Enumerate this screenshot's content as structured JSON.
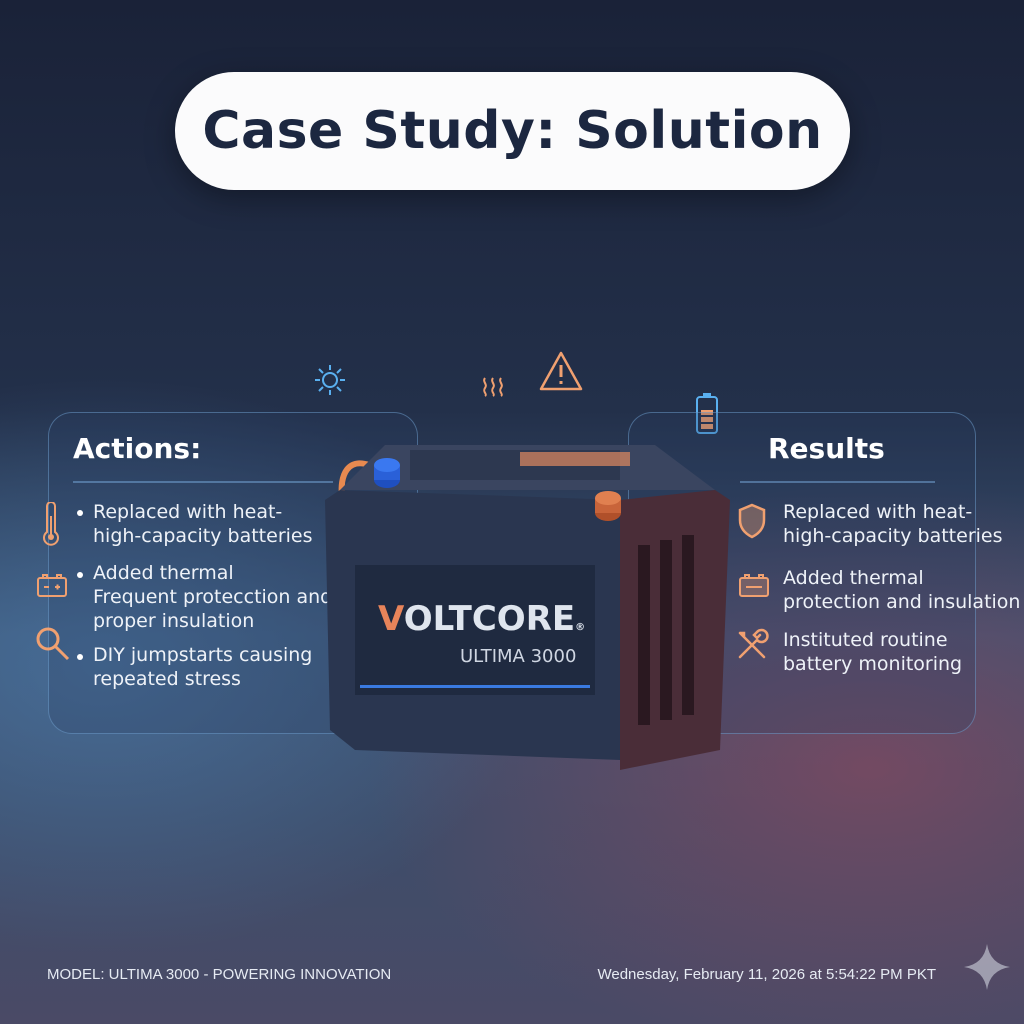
{
  "title": "Case Study: Solution",
  "actions": {
    "heading": "Actions:",
    "items": [
      {
        "icon": "thermometer-icon",
        "lines": [
          "Replaced with heat-",
          "high-capacity batteries"
        ]
      },
      {
        "icon": "battery-icon",
        "lines": [
          "Added thermal",
          "Frequent protecction and",
          "proper insulation"
        ]
      },
      {
        "icon": "magnifier-icon",
        "lines": [
          "DIY jumpstarts causing",
          "repeated stress"
        ]
      }
    ]
  },
  "results": {
    "heading": "Results",
    "items": [
      {
        "icon": "shield-icon",
        "lines": [
          "Replaced with heat-",
          "high-capacity batteries"
        ]
      },
      {
        "icon": "battery-icon",
        "lines": [
          "Added thermal",
          "protection and insulation"
        ]
      },
      {
        "icon": "tools-icon",
        "lines": [
          "Instituted routine",
          "battery monitoring"
        ]
      }
    ]
  },
  "battery": {
    "brand_v": "V",
    "brand_rest": "OLTCORE",
    "registered": "®",
    "model": "ULTIMA 3000"
  },
  "footer": {
    "left": "MODEL: ULTIMA 3000 - POWERING INNOVATION",
    "right": "Wednesday, February 11, 2026 at 5:54:22 PM PKT"
  },
  "colors": {
    "accent": "#f0a070",
    "title_text": "#1c2740",
    "icon_blue": "#5ab0f0"
  }
}
